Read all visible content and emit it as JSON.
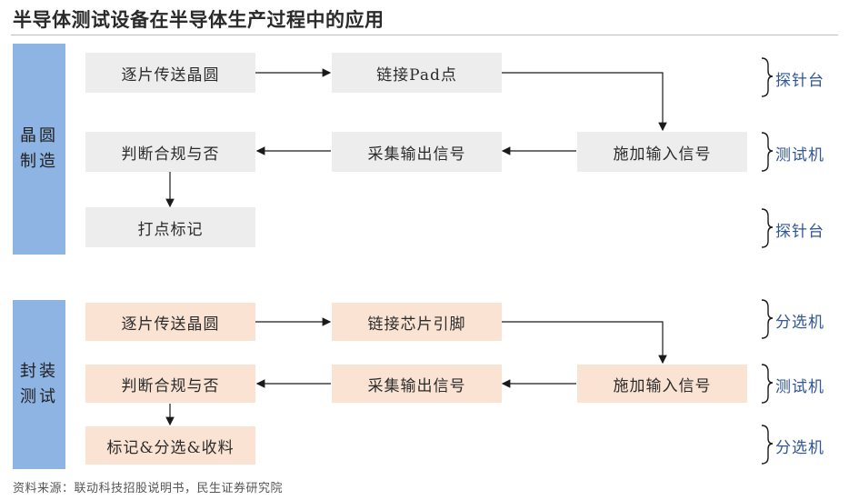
{
  "title": "半导体测试设备在半导体生产过程中的应用",
  "wafer_section": {
    "label": "晶圆制造",
    "steps": {
      "transfer_wafer": "逐片传送晶圆",
      "connect_pad": "链接Pad点",
      "apply_signal": "施加输入信号",
      "collect_signal": "采集输出信号",
      "judge": "判断合规与否",
      "mark": "打点标记"
    },
    "equipment": [
      "探针台",
      "测试机",
      "探针台"
    ]
  },
  "package_section": {
    "label": "封装测试",
    "steps": {
      "transfer_wafer": "逐片传送晶圆",
      "connect_pins": "链接芯片引脚",
      "apply_signal": "施加输入信号",
      "collect_signal": "采集输出信号",
      "judge": "判断合规与否",
      "mark_sort": "标记&分选&收料"
    },
    "equipment": [
      "分选机",
      "测试机",
      "分选机"
    ]
  },
  "source": "资料来源：联动科技招股说明书，民生证券研究院",
  "colors": {
    "section_label_bg": "#8eb4e3",
    "wafer_box_bg": "#ededed",
    "package_box_bg": "#fbe3d4",
    "equipment_text": "#2f5597"
  }
}
